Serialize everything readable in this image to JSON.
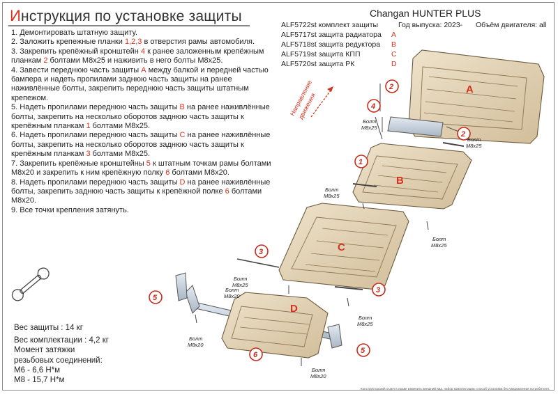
{
  "header": {
    "title_first": "И",
    "title_rest": "нструкция по установке защиты",
    "model": "Changan HUNTER PLUS",
    "year": "Год выпуска: 2023-",
    "engine": "Объём двигателя: all"
  },
  "parts": [
    {
      "code": "ALF5722st комплект защиты",
      "letter": ""
    },
    {
      "code": "ALF5717st защита радиатора",
      "letter": "A"
    },
    {
      "code": "ALF5718st защита редуктора",
      "letter": "B"
    },
    {
      "code": "ALF5719st защита КПП",
      "letter": "C"
    },
    {
      "code": "ALF5720st защита РК",
      "letter": "D"
    }
  ],
  "steps": {
    "s1": "1. Демонтировать штатную защиту.",
    "s2a": "2. Заложить крепежные планки ",
    "s2b": "1,2,3",
    "s2c": " в отверстия рамы автомобиля.",
    "s3a": "3. Закрепить крепёжный кронштейн ",
    "s3b": "4",
    "s3c": " к ранее заложенным крепёжным планкам ",
    "s3d": "2",
    "s3e": " болтами М8х25 и наживить в него болты М8х25.",
    "s4a": "4. Завести переднюю часть защиты ",
    "s4b": "А",
    "s4c": " между балкой и передней частью бампера и надеть пропилами заднюю часть защиты на ранее наживлённые болты, закрепить переднюю часть защиты штатным крепежом.",
    "s5a": "5. Надеть пропилами переднюю часть защиты ",
    "s5b": "В",
    "s5c": " на ранее наживлённые болты, закрепить на несколько оборотов заднюю часть защиты к крепёжным планкам ",
    "s5d": "1",
    "s5e": " болтами М8х25.",
    "s6a": "6.  Надеть пропилами переднюю часть защиты ",
    "s6b": "С",
    "s6c": " на ранее наживлённые болты, закрепить на несколько оборотов заднюю часть защиты к крепёжным планкам ",
    "s6d": "3",
    "s6e": " болтами М8х25.",
    "s7a": "7. Закрепить крепёжные кронштейны ",
    "s7b": "5",
    "s7c": " к штатным точкам рамы болтами М8х20 и закрепить к ним крепёжную полку ",
    "s7d": "6",
    "s7e": " болтами М8х20.",
    "s8a": "8. Надеть пропилами переднюю часть защиты ",
    "s8b": "D",
    "s8c": " на ранее наживлённые болты, закрепить заднюю часть защиты к крепёжной полке ",
    "s8d": "6",
    "s8e": " болтами М8х20.",
    "s9": "9. Все точки крепления затянуть."
  },
  "specs": {
    "weight": "Вес защиты : 14 кг",
    "kit_weight": "Вес комплектации : 4,2 кг",
    "torque1": "Момент затяжки",
    "torque2": "резьбовых соединений:",
    "m6": "М6 - 6,6 Н*м",
    "m8": "М8 - 15,7 Н*м"
  },
  "diagram": {
    "direction1": "Направление",
    "direction2": "движения",
    "bolt": "Болт",
    "m825": "М8х25",
    "m820": "М8х20",
    "callouts": [
      "1",
      "2",
      "3",
      "4",
      "5",
      "6"
    ],
    "plates": [
      "A",
      "B",
      "C",
      "D"
    ]
  },
  "footer": "Конструкторский отдел в праве изменить внешний вид, набор комплектации, способ установки без уведомления потребителя."
}
